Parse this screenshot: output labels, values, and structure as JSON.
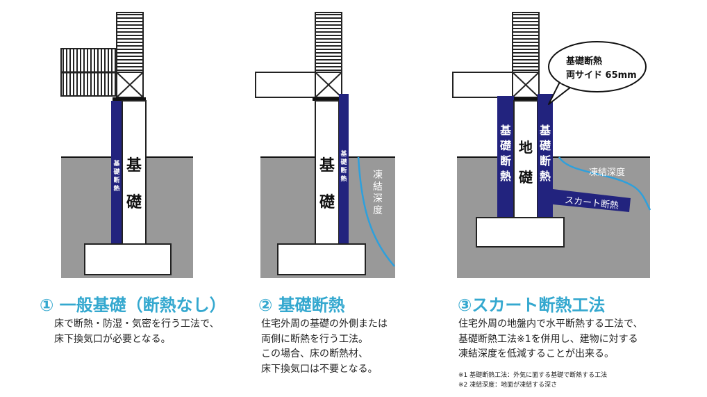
{
  "panels": [
    {
      "title": "① 一般基礎（断熱なし）",
      "lines": [
        "床で断熱・防湿・気密を行う工法で、",
        "床下換気口が必要となる。"
      ],
      "foundation_label": [
        "基",
        "礎"
      ],
      "insulation_label": [
        "基",
        "礎",
        "断",
        "熱"
      ]
    },
    {
      "title": "② 基礎断熱",
      "lines": [
        "住宅外周の基礎の外側または",
        "両側に断熱を行う工法。",
        "この場合、床の断熱材、",
        "床下換気口は不要となる。"
      ],
      "foundation_label": [
        "基",
        "礎"
      ],
      "insulation_label": [
        "基",
        "礎",
        "断",
        "熱"
      ],
      "frost_label": [
        "凍",
        "結",
        "深",
        "度"
      ]
    },
    {
      "title": "③スカート断熱工法",
      "lines": [
        "住宅外周の地盤内で水平断熱する工法で、",
        "基礎断熱工法※1を併用し、建物に対する",
        "凍結深度を低減することが出来る。"
      ],
      "notes": [
        "※1 基礎断熱工法：外気に面する基礎で断熱する工法",
        "※2 凍結深度：地面が凍結する深さ"
      ],
      "foundation_label": [
        "地",
        "礎"
      ],
      "left_insulation_label": [
        "基",
        "礎",
        "断",
        "熱"
      ],
      "right_insulation_label": [
        "基",
        "礎",
        "断",
        "熱"
      ],
      "skirt_label": "スカート断熱",
      "frost_label": "凍結深度",
      "callout": [
        "基礎断熱",
        "両サイド 65mm"
      ]
    }
  ],
  "colors": {
    "title": "#34a8cf",
    "ground": "#999999",
    "insulation": "#22237e",
    "frost_line": "#2ea0dc"
  }
}
